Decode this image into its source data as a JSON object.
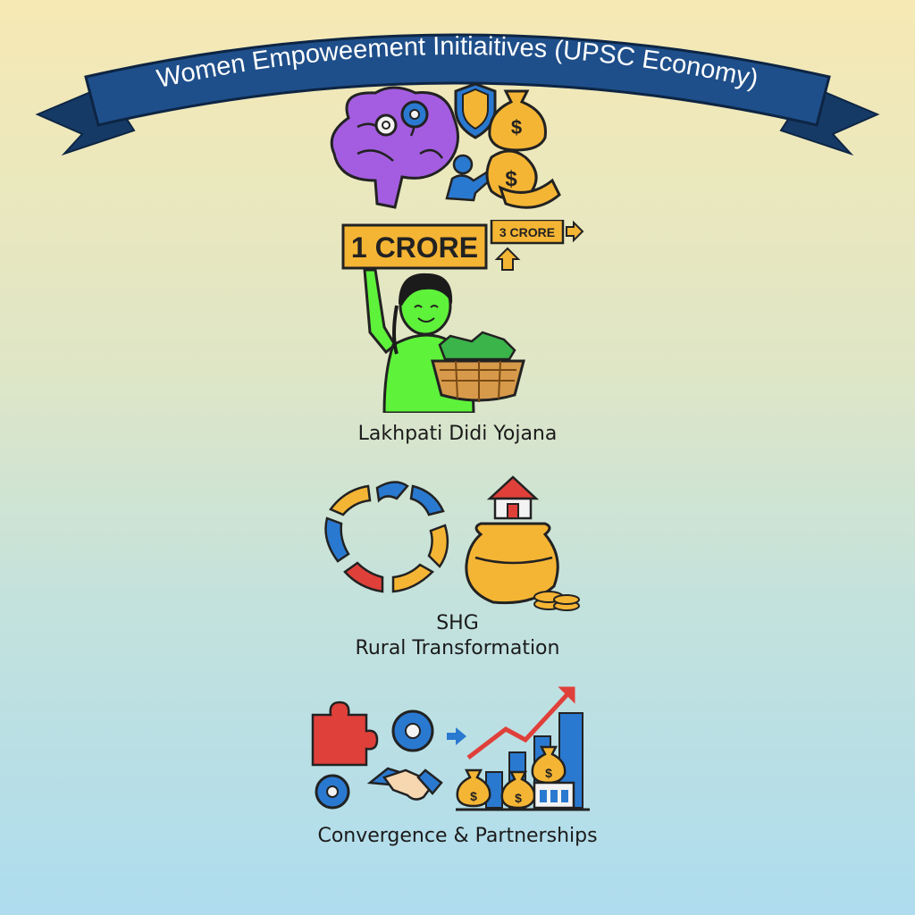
{
  "banner": {
    "title": "Women Empoweement Initiaitives (UPSC Economy)"
  },
  "sections": [
    {
      "label": "Lakhpati Didi Yojana",
      "icons": [
        "brain-gears-icon",
        "shield-icon",
        "money-bag-icon",
        "hand-money-icon",
        "woman-with-basket-icon",
        "money-basket-icon"
      ],
      "signs": {
        "current": "1 CRORE",
        "target": "3 CRORE"
      }
    },
    {
      "label_line1": "SHG",
      "label_line2": "Rural Transformation",
      "icons": [
        "hands-circle-icon",
        "house-icon",
        "gold-pot-icon",
        "coin-stack-icon"
      ]
    },
    {
      "label": "Convergence & Partnerships",
      "icons": [
        "puzzle-icon",
        "gear-icon",
        "arrow-right-icon",
        "handshake-icon",
        "growth-chart-icon",
        "money-bag-icon",
        "bank-icon"
      ]
    }
  ],
  "colors": {
    "ribbon": "#1f4f8a",
    "ribbon_dark": "#163a66",
    "brain": "#a45de0",
    "gold": "#f5b534",
    "woman": "#5ef23a",
    "blue": "#2a79d0",
    "red": "#e0403a"
  }
}
